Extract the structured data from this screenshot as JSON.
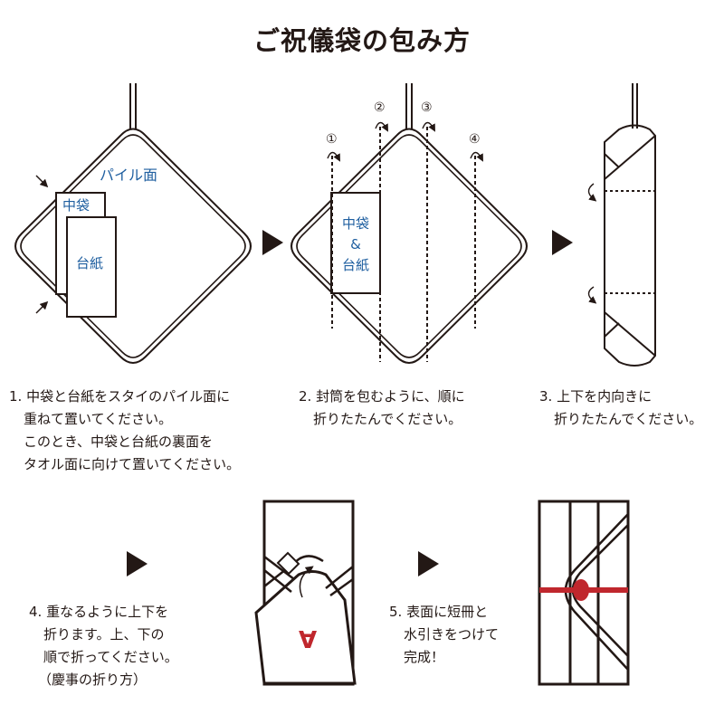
{
  "title": "ご祝儀袋の包み方",
  "colors": {
    "text": "#231815",
    "blue": "#1f5fa0",
    "red": "#c0272d"
  },
  "diagram1": {
    "pile_label": "パイル面",
    "inner_label": "中袋",
    "mount_label": "台紙"
  },
  "diagram2": {
    "label_line1": "中袋",
    "label_line2": "&",
    "label_line3": "台紙",
    "fold_numbers": [
      "①",
      "②",
      "③",
      "④"
    ]
  },
  "diagram4": {
    "mark": "A"
  },
  "steps": [
    {
      "lines": [
        "1. 中袋と台紙をスタイのパイル面に",
        "重ねて置いてください。",
        "このとき、中袋と台紙の裏面を",
        "タオル面に向けて置いてください。"
      ]
    },
    {
      "lines": [
        "2. 封筒を包むように、順に",
        "折りたたんでください。"
      ]
    },
    {
      "lines": [
        "3. 上下を内向きに",
        "折りたたんでください。"
      ]
    },
    {
      "lines": [
        "4. 重なるように上下を",
        "折ります。上、下の",
        "順で折ってください。",
        "（慶事の折り方）"
      ]
    },
    {
      "lines": [
        "5. 表面に短冊と",
        "水引きをつけて",
        "完成！"
      ]
    }
  ]
}
